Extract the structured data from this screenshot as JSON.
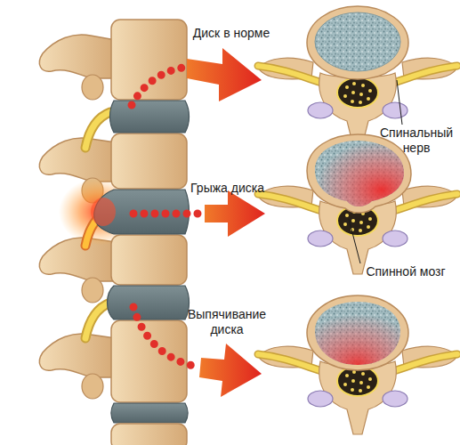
{
  "diagram": {
    "labels": [
      "Диск в норме",
      "Спинальный нерв",
      "Грыжа диска",
      "Спинной мозг",
      "Выпячивание диска"
    ]
  }
}
